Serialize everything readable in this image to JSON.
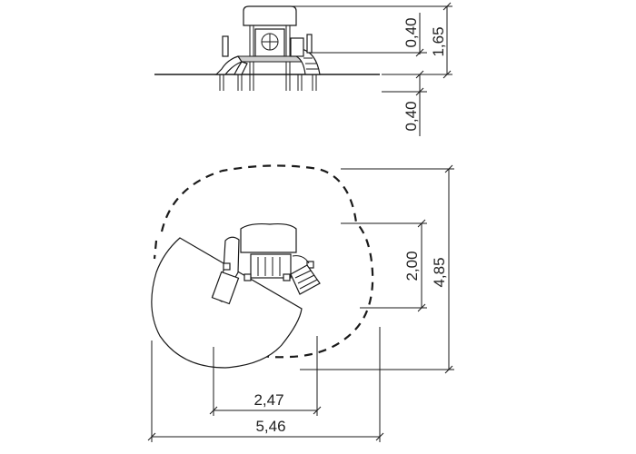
{
  "dimensions": {
    "elevation": {
      "above_ground_height": "0,40",
      "total_height": "1,65",
      "below_ground_depth": "0,40"
    },
    "plan": {
      "inner_depth": "2,00",
      "total_depth": "4,85",
      "inner_width": "2,47",
      "total_width": "5,46"
    }
  }
}
